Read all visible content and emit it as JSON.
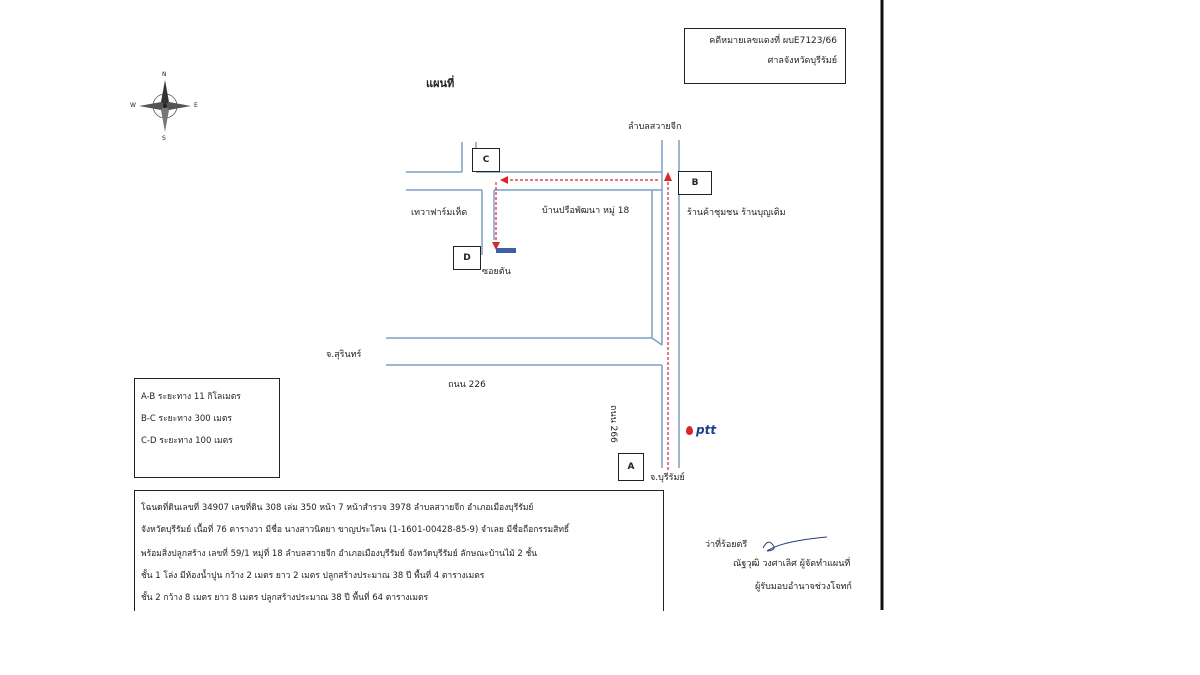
{
  "title": "แผนที่",
  "case_box": {
    "case_number": "คดีหมายเลขแดงที่ ผบE7123/66",
    "court": "ศาลจังหวัดบุรีรัมย์"
  },
  "compass": {
    "north": "N",
    "south": "S",
    "east": "E",
    "west": "W"
  },
  "places": {
    "district": "ลำบลสวายจีก",
    "church": "เทวาฟาร์มเห็ด",
    "village": "บ้านปรือพัฒนา หมู่ 18",
    "store": "ร้านค้าชุมชน ร้านบุญเติม",
    "alley": "ซอยตัน",
    "to_surin": "จ.สุรินทร์",
    "road_226": "ถนน 226",
    "road_266": "ถนน 266",
    "to_buriram": "จ.บุรีรัมย์",
    "ptt": "ptt"
  },
  "points": {
    "a": "A",
    "b": "B",
    "c": "C",
    "d": "D"
  },
  "distances": [
    "A-B ระยะทาง 11 กิโลเมตร",
    "B-C ระยะทาง 300 เมตร",
    "C-D ระยะทาง 100 เมตร"
  ],
  "description": [
    "โฉนดที่ดินเลขที่ 34907 เลขที่ดิน 308 เล่ม 350 หน้า 7 หน้าสำรวจ 3978 ลำบลสวายจีก อำเภอเมืองบุรีรัมย์",
    "จังหวัดบุรีรัมย์ เนื้อที่ 76 ตารางวา มีชื่อ นางสาวนิตยา ขาญประโคน (1-1601-00428-85-9) จำเลย มีชื่อถือกรรมสิทธิ์",
    "พร้อมสิ่งปลูกสร้าง เลขที่ 59/1 หมู่ที่ 18 ลำบลสวายจีก อำเภอเมืองบุรีรัมย์ จังหวัดบุรีรัมย์ ลักษณะบ้านไม้ 2 ชั้น",
    "ชั้น 1 โล่ง มีห้องน้ำปูน กว้าง 2 เมตร ยาว 2 เมตร ปลูกสร้างประมาณ 38 ปี พื้นที่ 4 ตารางเมตร",
    "ชั้น 2 กว้าง 8 เมตร ยาว 8 เมตร ปลูกสร้างประมาณ 38 ปี พื้นที่ 64 ตารางเมตร"
  ],
  "signature": {
    "role_prefix": "ว่าที่ร้อยตรี",
    "name": "ณัฐวุฒิ วงศาเลิศ ผู้จัดทำแผนที่",
    "title": "ผู้รับมอบอำนาจช่วงโจทก์"
  },
  "colors": {
    "road": "#7f9fc3",
    "route": "#d9262b",
    "target": "#3b62a8",
    "ptt": "#1e3f8f",
    "ink": "#222222"
  }
}
